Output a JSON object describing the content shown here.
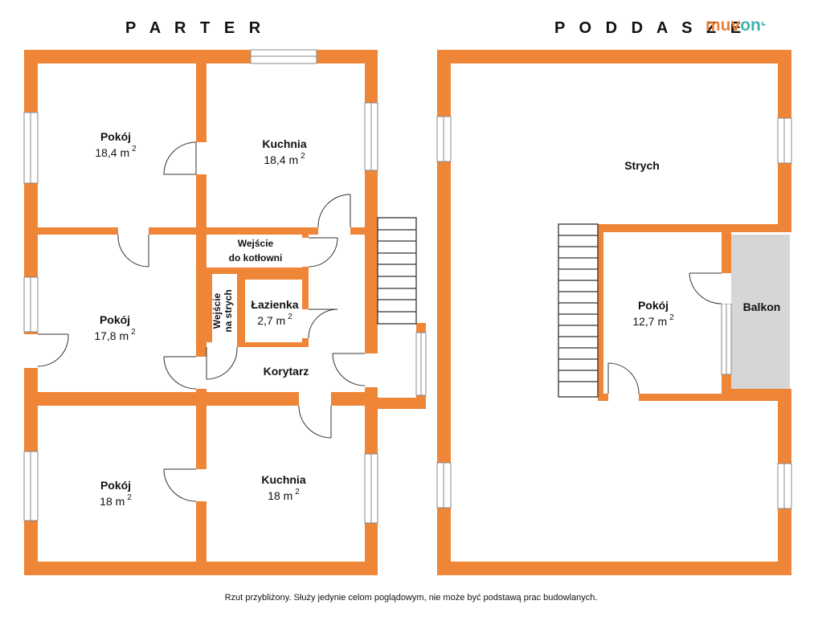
{
  "headings": {
    "ground": "P A R T E R",
    "attic": "P O D D A S Z E"
  },
  "brand": {
    "part1": "muv",
    "part2": "on",
    "accent": "#e9813a",
    "accent2": "#3fb3b0"
  },
  "colors": {
    "wall": "#ef8537",
    "balcony": "#d6d6d6",
    "window": "#ffffff"
  },
  "rooms": {
    "pokoj_1": {
      "name": "Pokój",
      "area": "18,4 m",
      "sup": "2"
    },
    "kuchnia_1": {
      "name": "Kuchnia",
      "area": "18,4 m",
      "sup": "2"
    },
    "kotlownia": {
      "line1": "Wejście",
      "line2": "do kotłowni"
    },
    "strych_entry": {
      "line1": "Wejście",
      "line2": "na strych"
    },
    "lazienka": {
      "name": "Łazienka",
      "area": "2,7 m",
      "sup": "2"
    },
    "pokoj_2": {
      "name": "Pokój",
      "area": "17,8 m",
      "sup": "2"
    },
    "korytarz": {
      "name": "Korytarz"
    },
    "pokoj_3": {
      "name": "Pokój",
      "area": "18 m",
      "sup": "2"
    },
    "kuchnia_2": {
      "name": "Kuchnia",
      "area": "18 m",
      "sup": "2"
    },
    "strych": {
      "name": "Strych"
    },
    "pokoj_attic": {
      "name": "Pokój",
      "area": "12,7 m",
      "sup": "2"
    },
    "balkon": {
      "name": "Balkon"
    }
  },
  "footnote": "Rzut przybliżony. Służy jedynie celom poglądowym, nie może być podstawą prac budowlanych."
}
